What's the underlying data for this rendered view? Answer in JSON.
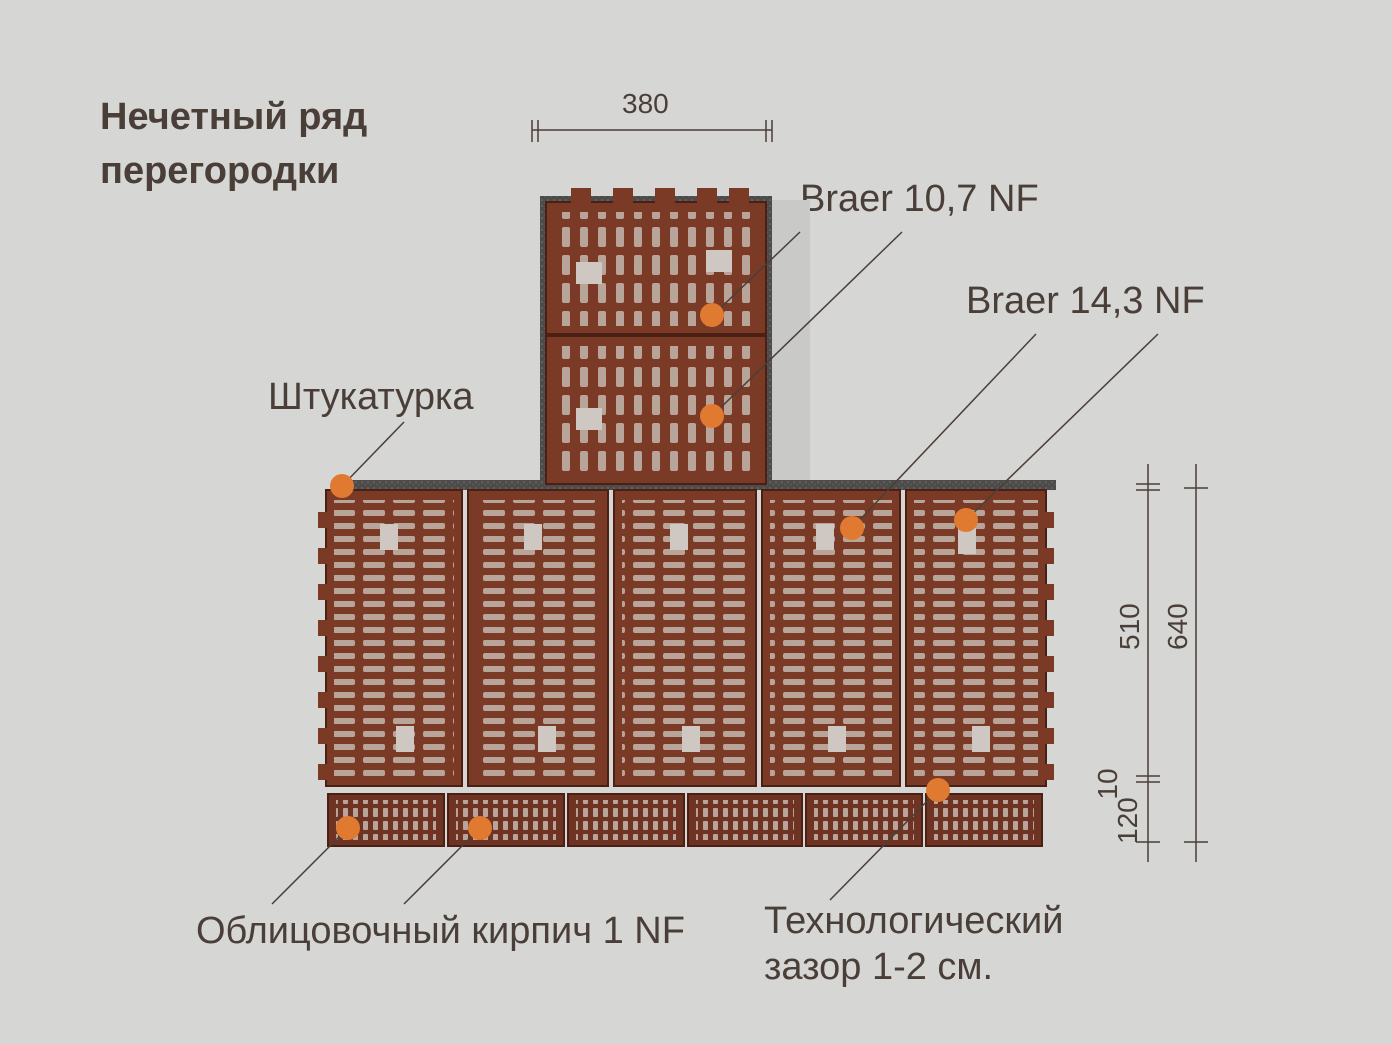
{
  "title": {
    "line1": "Нечетный ряд",
    "line2": "перегородки"
  },
  "dimensions": {
    "width_top": "380",
    "height_block": "510",
    "height_total": "640",
    "gap": "10",
    "facing": "120"
  },
  "labels": {
    "braer_107": "Braer 10,7 NF",
    "braer_143": "Braer 14,3 NF",
    "plaster": "Штукатурка",
    "facing_brick": "Облицовочный кирпич 1 NF",
    "tech_gap_line1": "Технологический",
    "tech_gap_line2": "зазор 1-2 см."
  },
  "colors": {
    "background": "#d6d6d5",
    "brick": "#7a3a26",
    "brick_edge": "#4a2014",
    "hole": "#b9a49a",
    "plaster": "#555352",
    "marker": "#e07a30",
    "text": "#4a3f38"
  }
}
